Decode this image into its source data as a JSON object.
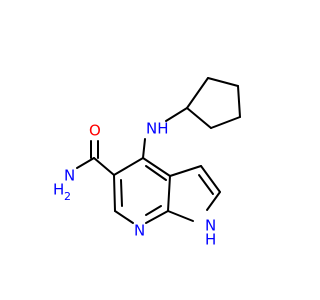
{
  "molecule": {
    "atom_labels": {
      "nh_amine": "NH",
      "carbonyl_o": "O",
      "amide_n": "N",
      "amide_h": "H",
      "amide_h_sub": "2",
      "pyridine_n": "N",
      "pyrrole_n": "N",
      "pyrrole_h": "H"
    },
    "colors": {
      "bond": "#000000",
      "nitrogen": "#0000ff",
      "oxygen": "#ff0000"
    }
  }
}
